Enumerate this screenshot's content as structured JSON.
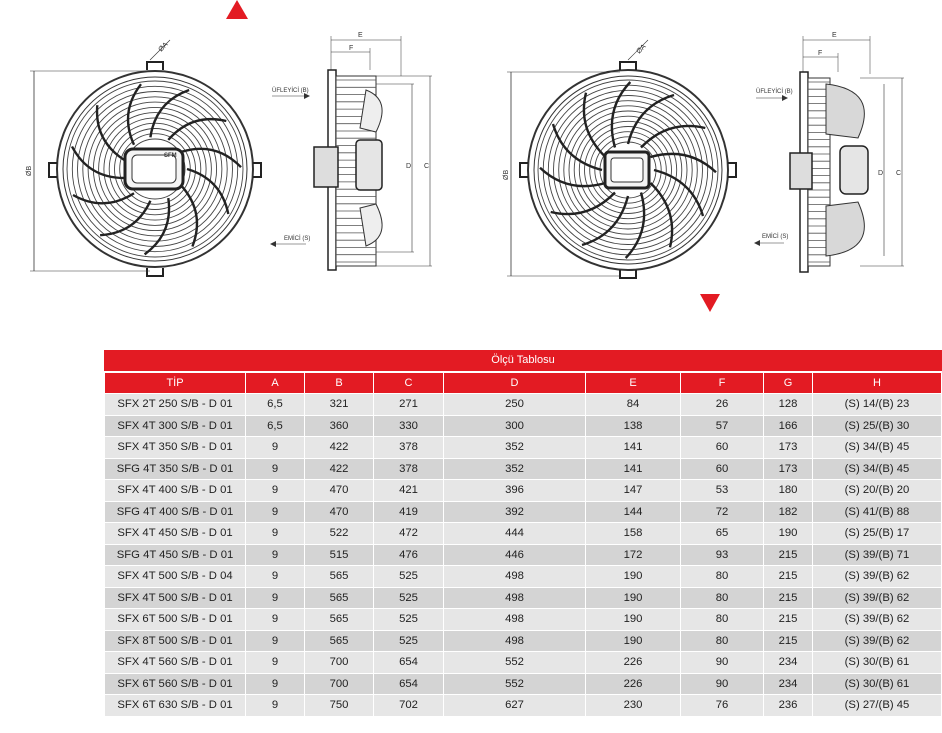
{
  "drawings": {
    "label_b": "ØB",
    "label_a": "ØA",
    "label_e": "E",
    "label_f": "F",
    "label_d": "D",
    "label_c": "C",
    "label_ufleyici": "ÜFLEYİCİ (B)",
    "label_emici": "EMİCİ (S)",
    "brand": "SFM"
  },
  "colors": {
    "accent": "#e31b23",
    "row_odd": "#e6e6e6",
    "row_even": "#d4d4d4"
  },
  "table": {
    "title": "Ölçü Tablosu",
    "columns": [
      "TİP",
      "A",
      "B",
      "C",
      "D",
      "E",
      "F",
      "G",
      "H"
    ],
    "rows": [
      [
        "SFX 2T 250 S/B - D 01",
        "6,5",
        "321",
        "271",
        "250",
        "84",
        "26",
        "128",
        "(S) 14/(B) 23"
      ],
      [
        "SFX 4T 300 S/B - D 01",
        "6,5",
        "360",
        "330",
        "300",
        "138",
        "57",
        "166",
        "(S) 25/(B) 30"
      ],
      [
        "SFX 4T 350 S/B - D 01",
        "9",
        "422",
        "378",
        "352",
        "141",
        "60",
        "173",
        "(S) 34/(B) 45"
      ],
      [
        "SFG 4T 350 S/B - D 01",
        "9",
        "422",
        "378",
        "352",
        "141",
        "60",
        "173",
        "(S) 34/(B) 45"
      ],
      [
        "SFX 4T 400 S/B - D 01",
        "9",
        "470",
        "421",
        "396",
        "147",
        "53",
        "180",
        "(S) 20/(B) 20"
      ],
      [
        "SFG 4T 400 S/B - D 01",
        "9",
        "470",
        "419",
        "392",
        "144",
        "72",
        "182",
        "(S) 41/(B) 88"
      ],
      [
        "SFX 4T 450 S/B - D 01",
        "9",
        "522",
        "472",
        "444",
        "158",
        "65",
        "190",
        "(S) 25/(B) 17"
      ],
      [
        "SFG 4T 450 S/B - D 01",
        "9",
        "515",
        "476",
        "446",
        "172",
        "93",
        "215",
        "(S) 39/(B) 71"
      ],
      [
        "SFX 4T 500 S/B - D 04",
        "9",
        "565",
        "525",
        "498",
        "190",
        "80",
        "215",
        "(S) 39/(B) 62"
      ],
      [
        "SFX 4T 500 S/B - D 01",
        "9",
        "565",
        "525",
        "498",
        "190",
        "80",
        "215",
        "(S) 39/(B) 62"
      ],
      [
        "SFX 6T 500 S/B - D 01",
        "9",
        "565",
        "525",
        "498",
        "190",
        "80",
        "215",
        "(S) 39/(B) 62"
      ],
      [
        "SFX 8T 500 S/B - D 01",
        "9",
        "565",
        "525",
        "498",
        "190",
        "80",
        "215",
        "(S) 39/(B) 62"
      ],
      [
        "SFX 4T 560 S/B - D 01",
        "9",
        "700",
        "654",
        "552",
        "226",
        "90",
        "234",
        "(S) 30/(B) 61"
      ],
      [
        "SFX 6T 560 S/B - D 01",
        "9",
        "700",
        "654",
        "552",
        "226",
        "90",
        "234",
        "(S) 30/(B) 61"
      ],
      [
        "SFX 6T 630 S/B - D 01",
        "9",
        "750",
        "702",
        "627",
        "230",
        "76",
        "236",
        "(S) 27/(B) 45"
      ]
    ]
  }
}
